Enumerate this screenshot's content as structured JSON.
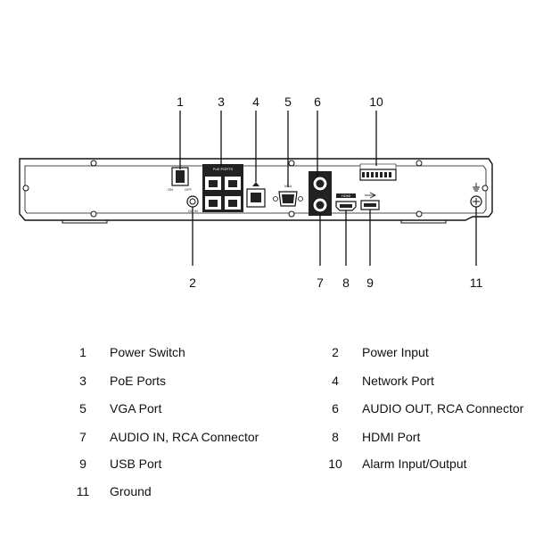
{
  "callouts": [
    {
      "number": "1",
      "label": "Power Switch"
    },
    {
      "number": "2",
      "label": "Power Input"
    },
    {
      "number": "3",
      "label": "PoE Ports"
    },
    {
      "number": "4",
      "label": "Network Port"
    },
    {
      "number": "5",
      "label": "VGA Port"
    },
    {
      "number": "6",
      "label": "AUDIO OUT, RCA Connector"
    },
    {
      "number": "7",
      "label": "AUDIO IN, RCA Connector"
    },
    {
      "number": "8",
      "label": "HDMI Port"
    },
    {
      "number": "9",
      "label": "USB Port"
    },
    {
      "number": "10",
      "label": "Alarm Input/Output"
    },
    {
      "number": "11",
      "label": "Ground"
    }
  ],
  "panel_text": {
    "poe_ports": "PoE PORTS",
    "vga": "VGA",
    "hdmi": "HDMI",
    "switch_on": "ON",
    "switch_off": "OFF",
    "dc_in": "DC IN"
  },
  "colors": {
    "line": "#111111",
    "panel_fill": "#ffffff",
    "port_fill": "#222222"
  }
}
